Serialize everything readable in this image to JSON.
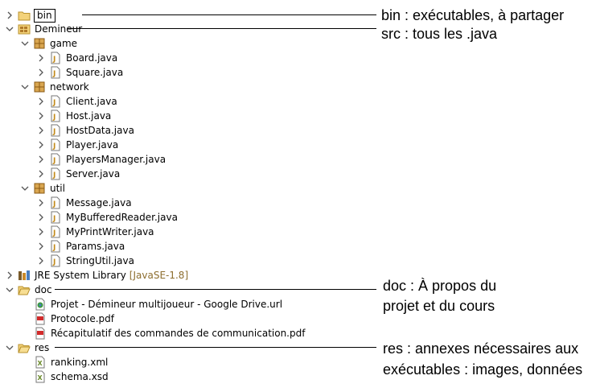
{
  "tree": {
    "bin": "bin",
    "demineur": "Demineur",
    "game": "game",
    "board": "Board.java",
    "square": "Square.java",
    "network": "network",
    "client": "Client.java",
    "host": "Host.java",
    "hostdata": "HostData.java",
    "player": "Player.java",
    "playersmanager": "PlayersManager.java",
    "server": "Server.java",
    "util": "util",
    "message": "Message.java",
    "mybuffered": "MyBufferedReader.java",
    "myprint": "MyPrintWriter.java",
    "params": "Params.java",
    "stringutil": "StringUtil.java",
    "jre": "JRE System Library",
    "jre_version": "[JavaSE-1.8]",
    "doc": "doc",
    "projet_url": "Projet - Démineur multijoueur - Google Drive.url",
    "protocole": "Protocole.pdf",
    "recap": "Récapitulatif des commandes de communication.pdf",
    "res": "res",
    "ranking": "ranking.xml",
    "schema": "schema.xsd"
  },
  "annotations": {
    "bin": "bin :  exécutables, à partager",
    "src": "src : tous les .java",
    "doc_1": "doc : À propos du",
    "doc_2": "projet et du cours",
    "res_1": "res : annexes nécessaires aux",
    "res_2": "exécutables : images, données"
  },
  "colors": {
    "folder": "#e8c15a",
    "package": "#b07b2a",
    "java": "#4a7fc0",
    "pdf": "#d22b2b"
  }
}
